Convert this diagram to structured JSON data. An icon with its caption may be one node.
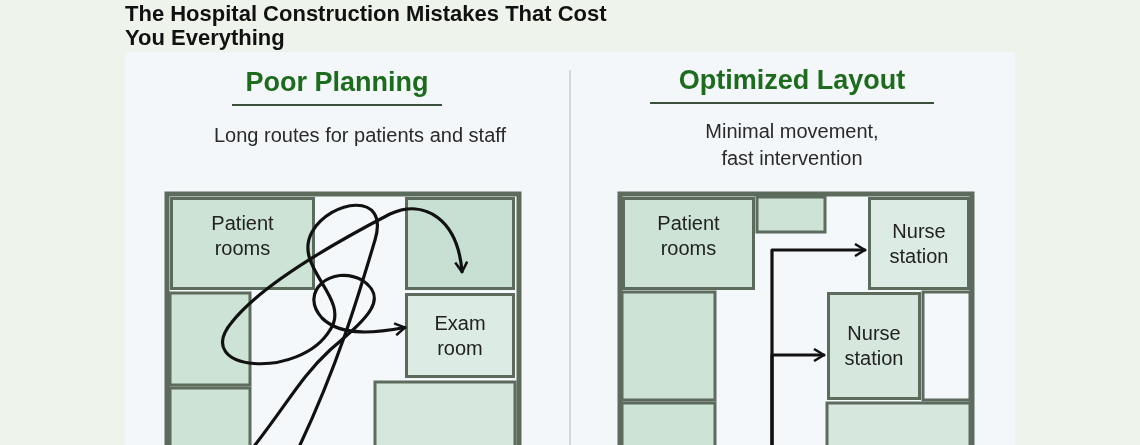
{
  "diagram": {
    "title": "The Hospital Construction Mistakes That Cost You Everything",
    "nodes": [
      {
        "text": [
          "Patient rooms"
        ]
      },
      {
        "text": [],
        "shape": "box"
      },
      {
        "text": [
          "Exam room"
        ]
      },
      {
        "text": [
          "Patient rooms"
        ]
      },
      {
        "text": [
          "Nurse station"
        ]
      },
      {
        "text": [
          "Nurse station"
        ]
      }
    ],
    "edges": [
      {
        "from": null,
        "to": 1,
        "arrow": "to"
      },
      {
        "from": null,
        "to": 2,
        "arrow": "to"
      },
      {
        "from": null,
        "to": 4,
        "arrow": "to"
      },
      {
        "from": null,
        "to": 5,
        "arrow": "to"
      }
    ],
    "labels": [
      "Poor Planning",
      "Long routes for patients and staff",
      "Optimized Layout",
      "Minimal movement, fast intervention"
    ]
  }
}
